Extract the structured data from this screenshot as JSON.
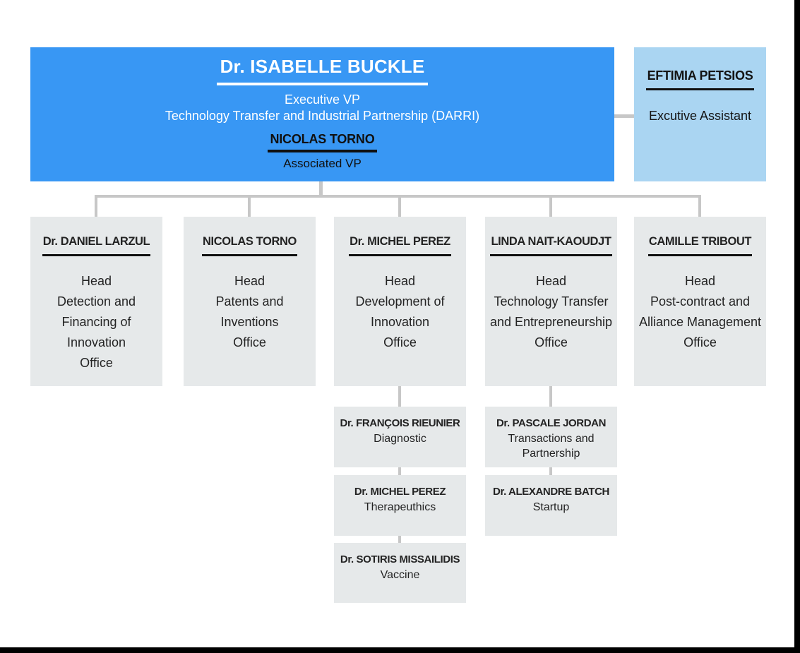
{
  "org": {
    "root": {
      "name": "Dr. ISABELLE BUCKLE",
      "title_line1": "Executive VP",
      "title_line2": "Technology Transfer and Industrial Partnership (DARRI)",
      "deputy_name": "NICOLAS TORNO",
      "deputy_title": "Associated VP"
    },
    "assistant": {
      "name": "EFTIMIA PETSIOS",
      "title": "Excutive Assistant"
    },
    "departments": [
      {
        "name": "Dr. DANIEL LARZUL",
        "role": "Head\nDetection and\nFinancing of\nInnovation\nOffice"
      },
      {
        "name": "NICOLAS TORNO",
        "role": "Head\nPatents and\nInventions\nOffice"
      },
      {
        "name": "Dr. MICHEL PEREZ",
        "role": "Head\nDevelopment of\nInnovation\nOffice"
      },
      {
        "name": "LINDA NAIT-KAOUDJT",
        "role": "Head\nTechnology Transfer\nand Entrepreneurship\nOffice"
      },
      {
        "name": "CAMILLE TRIBOUT",
        "role": "Head\nPost-contract and\nAlliance Management\nOffice"
      }
    ],
    "innovation_units": [
      {
        "name": "Dr. FRANÇOIS RIEUNIER",
        "role": "Diagnostic"
      },
      {
        "name": "Dr. MICHEL PEREZ",
        "role": "Therapeuthics"
      },
      {
        "name": "Dr. SOTIRIS MISSAILIDIS",
        "role": "Vaccine"
      }
    ],
    "transfer_units": [
      {
        "name": "Dr. PASCALE JORDAN",
        "role": "Transactions and\nPartnership"
      },
      {
        "name": "Dr. ALEXANDRE BATCH",
        "role": "Startup"
      }
    ],
    "colors": {
      "executive_box": "#3897F4",
      "assistant_box": "#AAD5F2",
      "department_box": "#E6E9EA",
      "connector": "#C7C7C7",
      "frame_bars": "#000000",
      "text_dark": "#101010",
      "text_light": "#FFFFFF"
    }
  }
}
